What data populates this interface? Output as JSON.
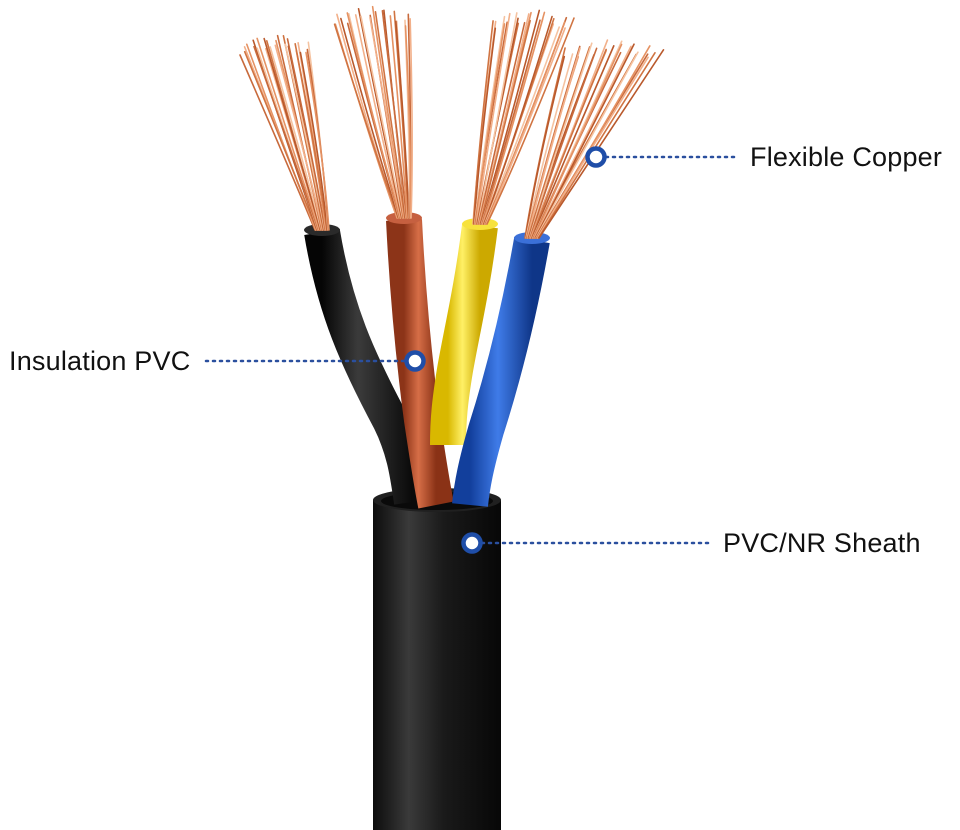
{
  "callouts": {
    "copper": {
      "label": "Flexible Copper"
    },
    "insulation": {
      "label": "Insulation PVC"
    },
    "sheath": {
      "label": "PVC/NR Sheath"
    }
  },
  "colors": {
    "marker": "#1f4ea8",
    "leader_line": "#2a4f9e",
    "text": "#111111",
    "copper": "#e08a5a",
    "sheath": "#1a1a1a",
    "core_black": "#151515",
    "core_brown": "#b8502e",
    "core_yellow": "#f1d21a",
    "core_blue": "#1f55c2"
  },
  "components": [
    "sheath",
    "black-core",
    "brown-core",
    "yellow-core",
    "blue-core",
    "copper-strands"
  ]
}
